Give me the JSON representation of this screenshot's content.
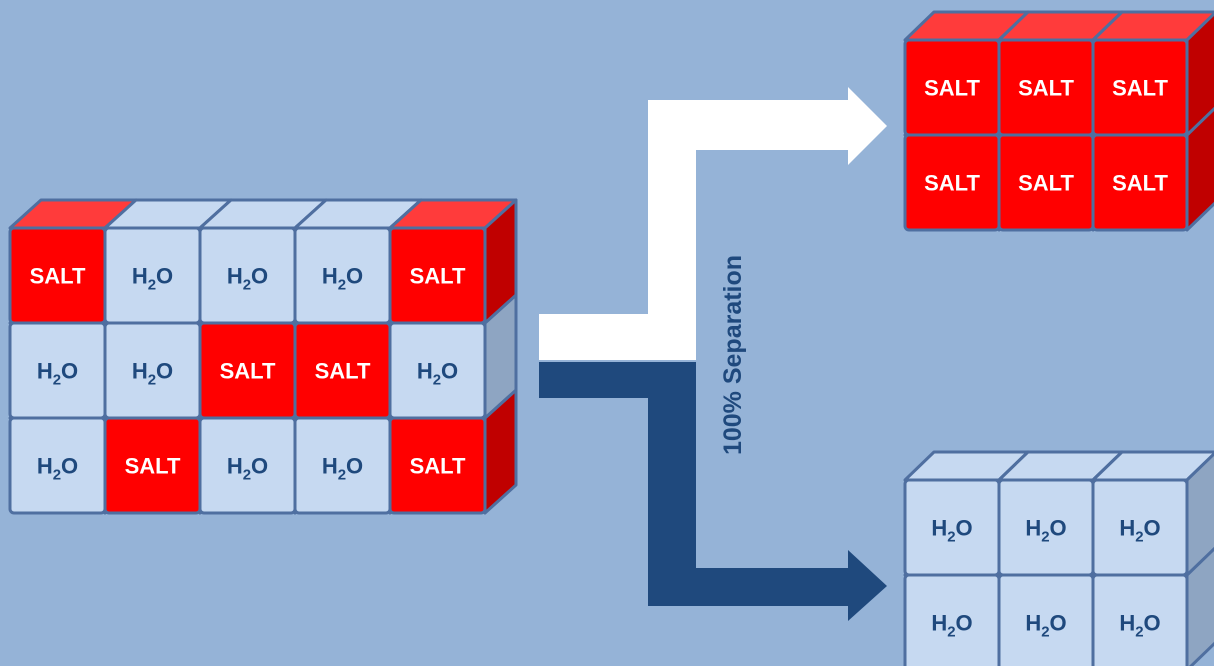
{
  "colors": {
    "background": "#95B3D7",
    "salt_front": "#FF0000",
    "salt_top": "#FF3B3B",
    "salt_side": "#C00000",
    "water_front": "#C6D9F1",
    "water_top": "#C6D9F1",
    "water_side": "#8EA5C2",
    "outline": "#4F6FA0",
    "arrow_white": "#FFFFFF",
    "arrow_dark": "#1F497D",
    "label_dark": "#1F497D",
    "label_light": "#FFFFFF"
  },
  "cell_labels": {
    "salt": "SALT",
    "water_main": "H",
    "water_sub": "2",
    "water_tail": "O"
  },
  "mixture": {
    "rows": [
      [
        "salt",
        "water",
        "water",
        "water",
        "salt"
      ],
      [
        "water",
        "water",
        "salt",
        "salt",
        "water"
      ],
      [
        "water",
        "salt",
        "water",
        "water",
        "salt"
      ]
    ]
  },
  "salt_output": {
    "rows": [
      [
        "salt",
        "salt",
        "salt"
      ],
      [
        "salt",
        "salt",
        "salt"
      ]
    ]
  },
  "water_output": {
    "rows": [
      [
        "water",
        "water",
        "water"
      ],
      [
        "water",
        "water",
        "water"
      ]
    ]
  },
  "separation_label": "100% Separation"
}
